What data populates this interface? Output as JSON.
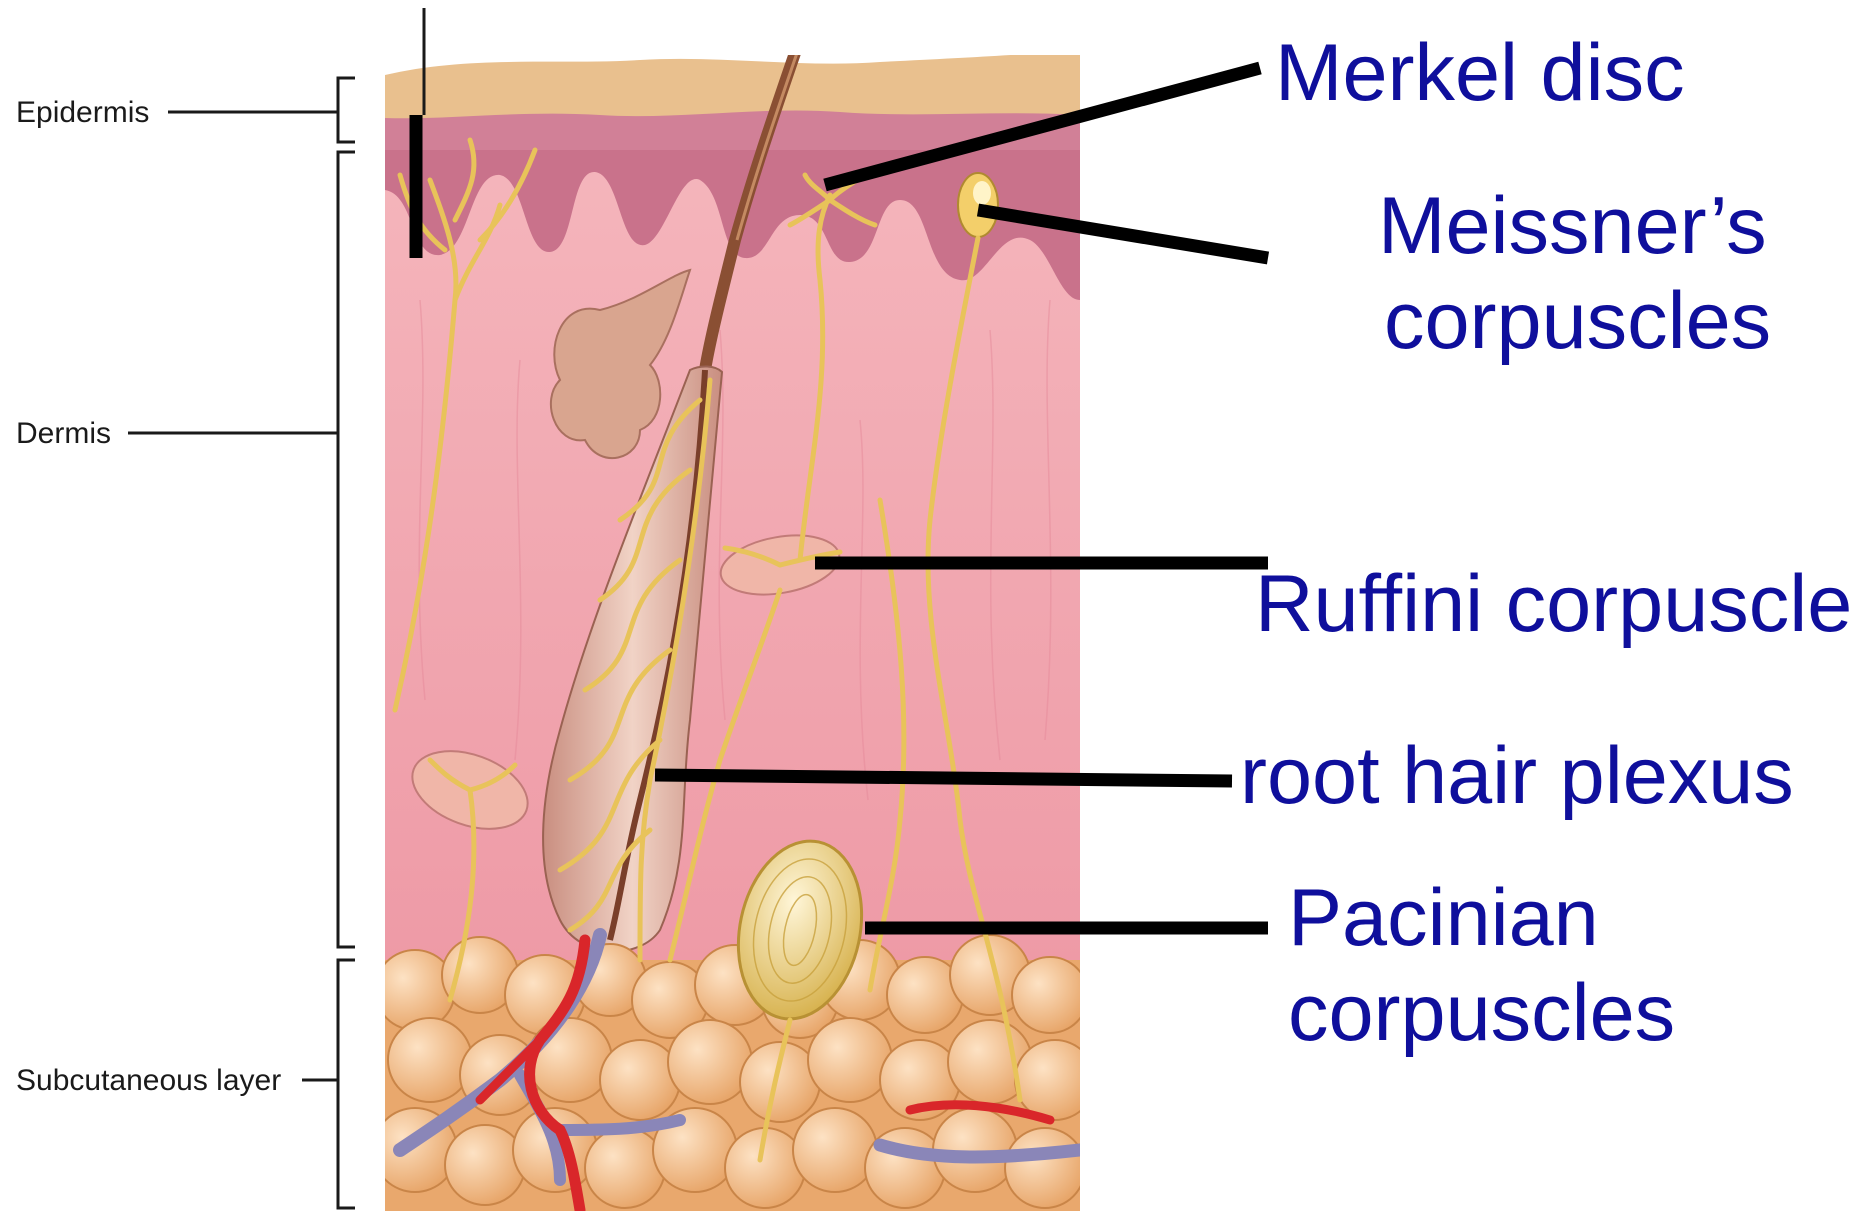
{
  "layers": {
    "epidermis": "Epidermis",
    "dermis": "Dermis",
    "subcutaneous": "Subcutaneous layer"
  },
  "callouts": {
    "merkel": "Merkel disc",
    "meissner_line1": "Meissner’s",
    "meissner_line2": "corpuscles",
    "ruffini": "Ruffini corpuscle",
    "root_hair": "root hair plexus",
    "pacinian_line1": "Pacinian",
    "pacinian_line2": "corpuscles"
  },
  "colors": {
    "callout_text": "#0f0f9c",
    "layer_text": "#1a1a1a",
    "nerve": "#e8c35a",
    "epidermis_top": "#e9c08e",
    "epidermis_base": "#c7708a",
    "dermis": "#f2a9b1",
    "fat": "#f1b97e",
    "artery": "#d9262a",
    "vein": "#8a86b8"
  }
}
